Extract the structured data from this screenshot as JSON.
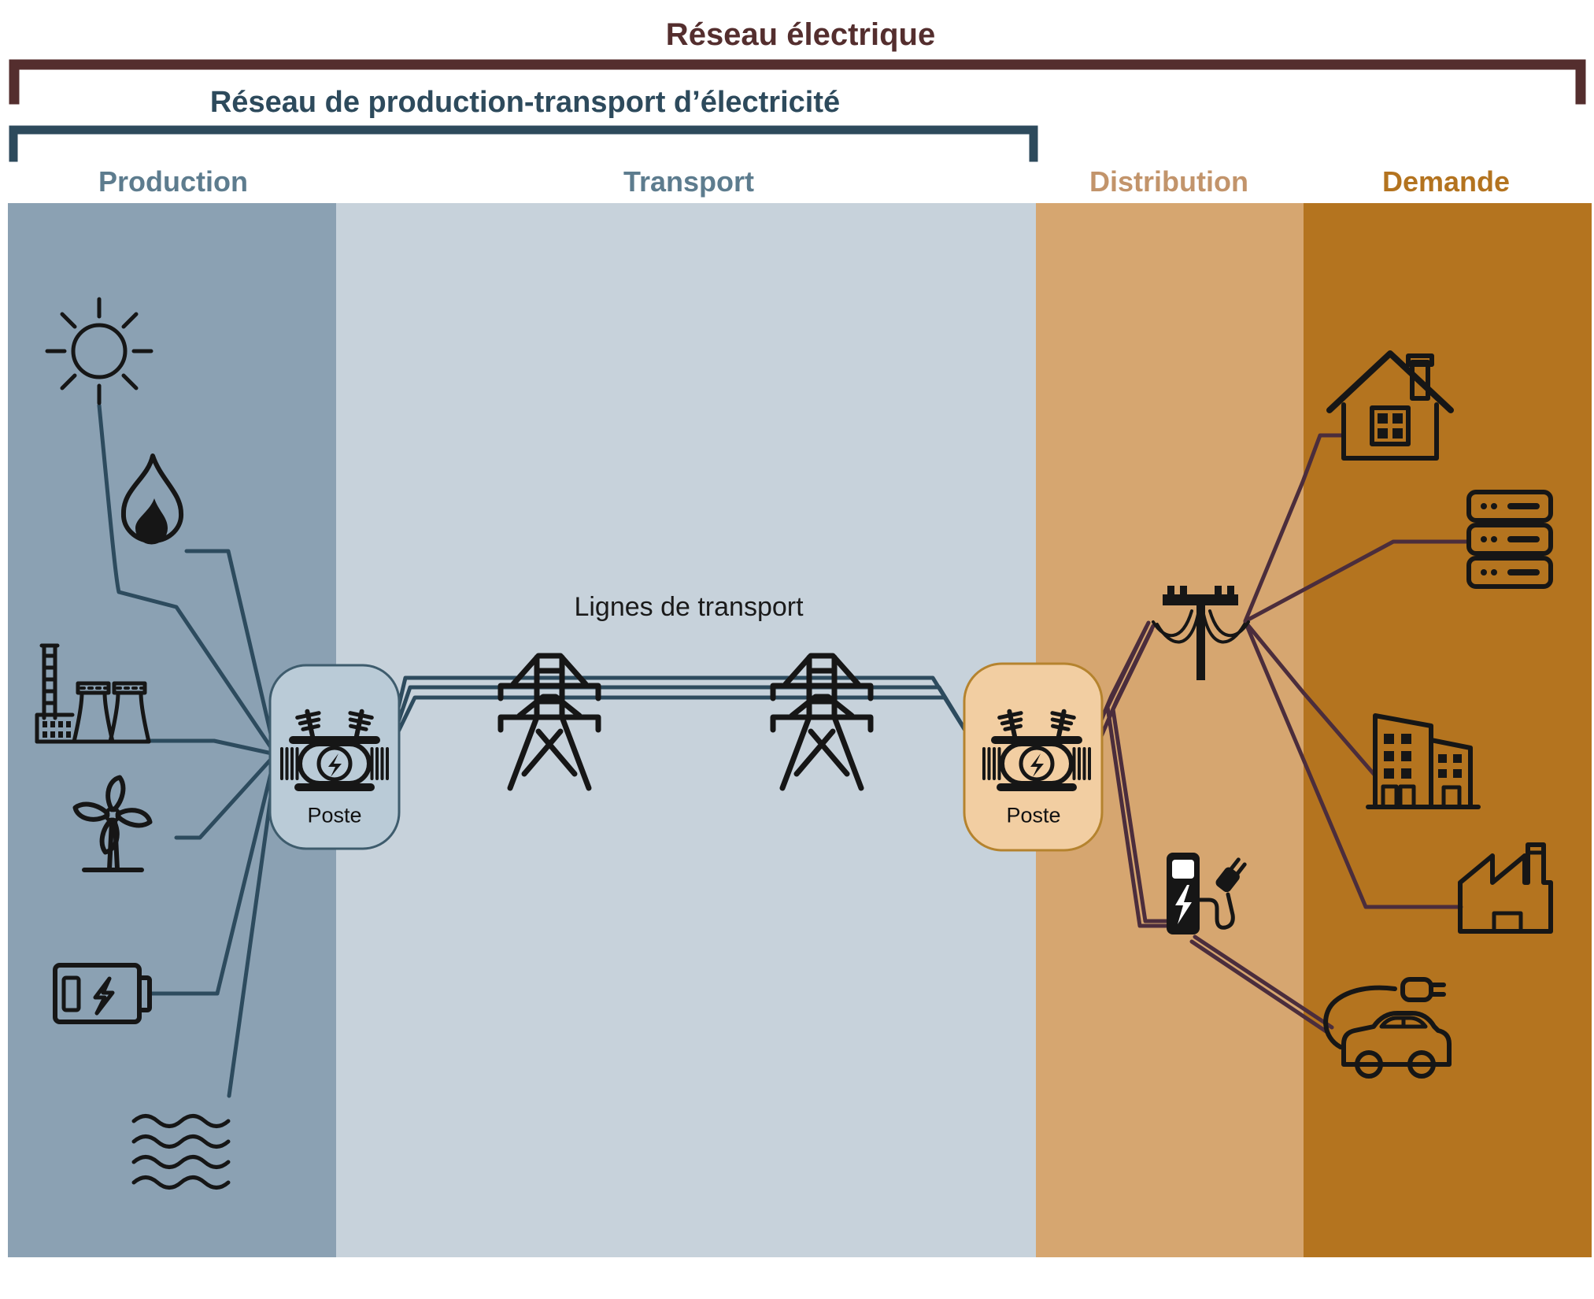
{
  "header": {
    "title": "Réseau électrique",
    "subtitle": "Réseau de production-transport d’électricité"
  },
  "sections": [
    {
      "id": "production",
      "label": "Production"
    },
    {
      "id": "transport",
      "label": "Transport"
    },
    {
      "id": "distribution",
      "label": "Distribution"
    },
    {
      "id": "demande",
      "label": "Demande"
    }
  ],
  "transport": {
    "lines_label": "Lignes de transport",
    "tower_count": 2,
    "line_count": 3
  },
  "substations": {
    "left": {
      "label": "Poste"
    },
    "right": {
      "label": "Poste"
    }
  },
  "production_sources": [
    "sun-icon",
    "flame-icon",
    "thermal-plant-icon",
    "wind-turbine-icon",
    "battery-icon",
    "hydro-waves-icon"
  ],
  "distribution_assets": [
    "utility-pole-icon",
    "ev-charger-icon"
  ],
  "demand_loads": [
    "house-icon",
    "servers-icon",
    "buildings-icon",
    "factory-icon",
    "electric-car-icon"
  ],
  "colors": {
    "band_production": "#8BA1B3",
    "band_transport": "#C7D2DB",
    "band_distribution": "#D6A670",
    "band_demande": "#B4741F",
    "bracket_reseau": "#542E2E",
    "bracket_production_transport": "#2D4A5C",
    "label_production_transport": "#5D7C8E",
    "label_distribution": "#C2946B",
    "label_demande": "#B3731F",
    "line_transmission": "#2D4B5E",
    "line_distribution": "#4B2D3C",
    "substation_left_fill": "#BACBD7",
    "substation_left_border": "#3E5C6D",
    "substation_right_fill": "#F2CEA2",
    "substation_right_border": "#B5832E",
    "icon": "#161616"
  }
}
